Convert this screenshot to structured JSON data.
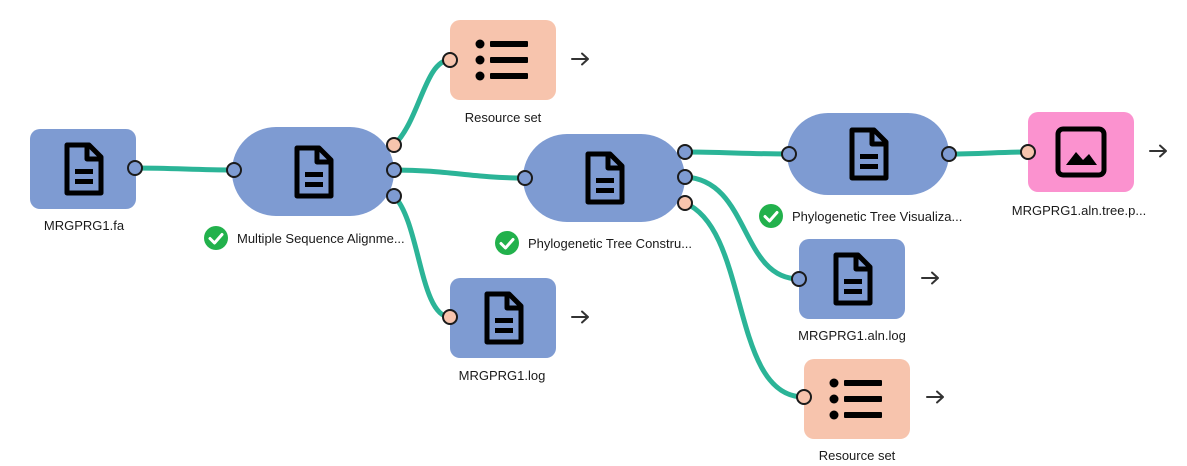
{
  "colors": {
    "file_node": "#7e9bd2",
    "task_node": "#7e9bd2",
    "resource_node": "#f7c4ad",
    "image_node": "#fb92cf",
    "edge": "#2bb497",
    "status_ok": "#22b14c"
  },
  "nodes": {
    "input_file": {
      "label": "MRGPRG1.fa",
      "icon": "document-icon"
    },
    "msa_task": {
      "label": "Multiple Sequence Alignme...",
      "icon": "document-icon",
      "status": "success"
    },
    "resource_set_top": {
      "label": "Resource set",
      "icon": "list-icon"
    },
    "msa_log": {
      "label": "MRGPRG1.log",
      "icon": "document-icon"
    },
    "tree_task": {
      "label": "Phylogenetic Tree Constru...",
      "icon": "document-icon",
      "status": "success"
    },
    "viz_task": {
      "label": "Phylogenetic Tree Visualiza...",
      "icon": "document-icon",
      "status": "success"
    },
    "tree_image": {
      "label": "MRGPRG1.aln.tree.p...",
      "icon": "image-icon"
    },
    "aln_log": {
      "label": "MRGPRG1.aln.log",
      "icon": "document-icon"
    },
    "resource_set_bottom": {
      "label": "Resource set",
      "icon": "list-icon"
    }
  }
}
